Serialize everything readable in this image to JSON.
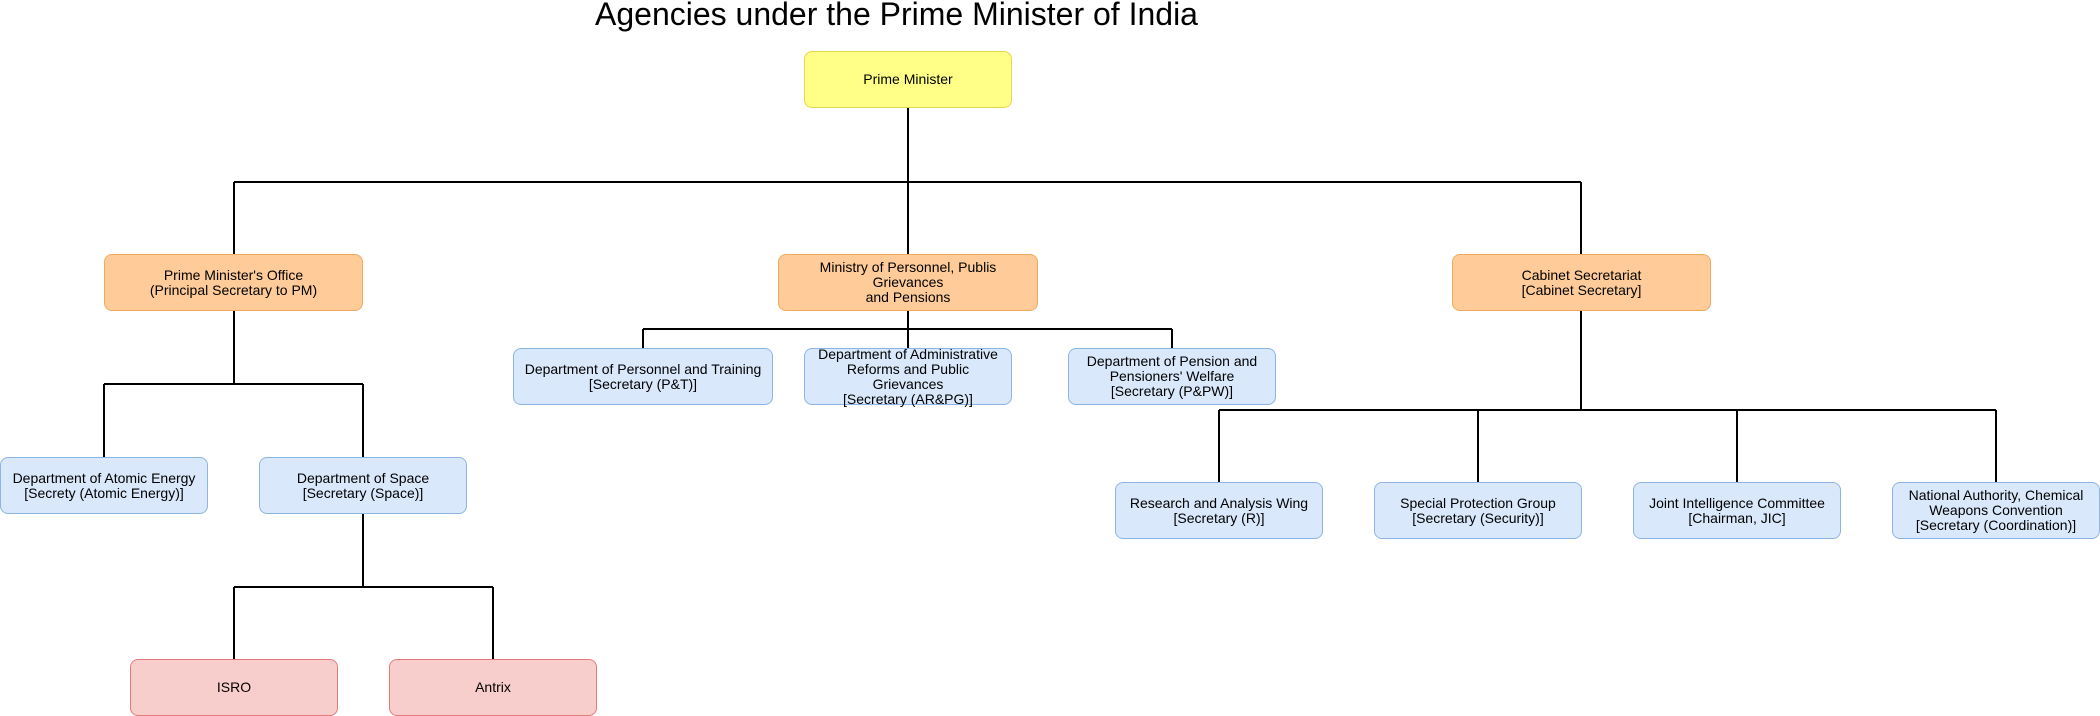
{
  "title": "Agencies under the Prime Minister of India",
  "colors": {
    "root_fill": "#ffff88",
    "ministry_fill": "#ffcc99",
    "department_fill": "#dae8fc",
    "agency_fill": "#f8cecc",
    "connector": "#000000"
  },
  "nodes": {
    "prime_minister": "Prime Minister",
    "pmo": "Prime Minister's Office\n(Principal Secretary to PM)",
    "ministry_personnel": "Ministry of Personnel, Publis Grievances\nand Pensions",
    "cabinet_secretariat": "Cabinet Secretariat\n[Cabinet Secretary]",
    "dept_atomic_energy": "Department of Atomic Energy\n[Secrety (Atomic Energy)]",
    "dept_space": "Department of Space\n[Secretary (Space)]",
    "dept_personnel_training": "Department of Personnel and Training\n[Secretary (P&T)]",
    "dept_admin_reforms": "Department of Administrative\nReforms and Public Grievances\n[Secretary (AR&PG)]",
    "dept_pension": "Department of Pension and\nPensioners' Welfare\n[Secretary (P&PW)]",
    "raw": "Research and Analysis Wing\n[Secretary (R)]",
    "spg": "Special Protection Group\n[Secretary (Security)]",
    "jic": "Joint Intelligence Committee\n[Chairman, JIC]",
    "nacwc": "National Authority, Chemical\nWeapons Convention\n[Secretary (Coordination)]",
    "isro": "ISRO",
    "antrix": "Antrix"
  }
}
